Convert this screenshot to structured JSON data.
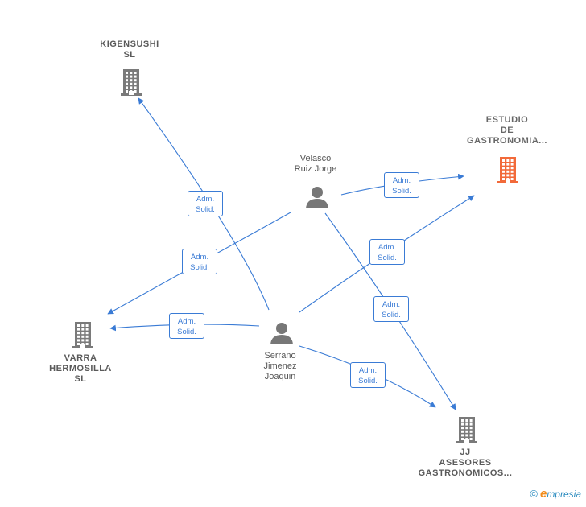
{
  "nodes": {
    "kigensushi": {
      "type": "company",
      "lines": [
        "KIGENSUSHI",
        "SL"
      ],
      "highlight": false
    },
    "estudio": {
      "type": "company",
      "lines": [
        "ESTUDIO",
        "DE",
        "GASTRONOMIA..."
      ],
      "highlight": true
    },
    "varra": {
      "type": "company",
      "lines": [
        "VARRA",
        "HERMOSILLA",
        "SL"
      ],
      "highlight": false
    },
    "jj": {
      "type": "company",
      "lines": [
        "JJ",
        "ASESORES",
        "GASTRONOMICOS..."
      ],
      "highlight": false
    },
    "velasco": {
      "type": "person",
      "lines": [
        "Velasco",
        "Ruiz Jorge"
      ]
    },
    "serrano": {
      "type": "person",
      "lines": [
        "Serrano",
        "Jimenez",
        "Joaquin"
      ]
    }
  },
  "edges": [
    {
      "from": "serrano",
      "to": "kigensushi",
      "label": [
        "Adm.",
        "Solid."
      ]
    },
    {
      "from": "velasco",
      "to": "estudio",
      "label": [
        "Adm.",
        "Solid."
      ]
    },
    {
      "from": "velasco",
      "to": "varra",
      "label": [
        "Adm.",
        "Solid."
      ]
    },
    {
      "from": "serrano",
      "to": "estudio",
      "label": [
        "Adm.",
        "Solid."
      ]
    },
    {
      "from": "velasco",
      "to": "jj",
      "label": [
        "Adm.",
        "Solid."
      ]
    },
    {
      "from": "serrano",
      "to": "varra",
      "label": [
        "Adm.",
        "Solid."
      ]
    },
    {
      "from": "serrano",
      "to": "jj",
      "label": [
        "Adm.",
        "Solid."
      ]
    }
  ],
  "colors": {
    "edge": "#3a7bd5",
    "company": "#7a7a7a",
    "company_highlight": "#f26a3a",
    "person": "#777777"
  },
  "brand": {
    "copyright": "©",
    "initial": "e",
    "rest": "mpresia"
  }
}
